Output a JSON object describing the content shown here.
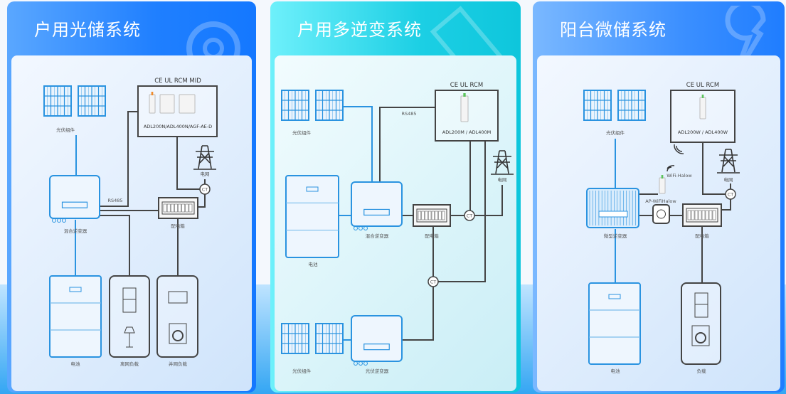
{
  "cards": [
    {
      "title": "户用光储系统",
      "deco_icon": "gear-icon",
      "labels": {
        "pv": "光伏组件",
        "inverter": "混合逆变器",
        "meter_certs": "CE  UL  RCM  MID",
        "meter_model": "ADL200N/ADL400N/AGF-AE-D",
        "rs485": "RS485",
        "grid": "电网",
        "ct": "CT",
        "distribution_box": "配电箱",
        "battery": "电池",
        "offgrid_load": "离网负载",
        "ongrid_load": "并网负载"
      }
    },
    {
      "title": "户用多逆变系统",
      "deco_icon": "ruler-icon",
      "labels": {
        "pv": "光伏组件",
        "meter_certs": "CE  UL  RCM",
        "meter_model": "ADL200M / ADL400M",
        "rs485": "RS485",
        "grid": "电网",
        "battery": "电池",
        "inverter": "混合逆变器",
        "distribution_box": "配电箱",
        "ct": "CT",
        "ct2": "CT",
        "pv2": "光伏组件",
        "pv_inverter": "光伏逆变器"
      }
    },
    {
      "title": "阳台微储系统",
      "deco_icon": "wrench-icon",
      "labels": {
        "pv": "光伏组件",
        "meter_certs": "CE  UL  RCM",
        "meter_model": "ADL200W / ADL400W",
        "grid": "电网",
        "ct": "CT",
        "wifi": "WiFi-Halow",
        "ap_wifi": "AP-WiFiHalow",
        "micro_inverter": "微型逆变器",
        "distribution_box": "配电箱",
        "battery": "电池",
        "load": "负载"
      }
    }
  ],
  "colors": {
    "blue_line": "#2a93e0",
    "gray_line": "#444444",
    "accent": "#1f7fff",
    "cyan": "#1ccfe4"
  }
}
